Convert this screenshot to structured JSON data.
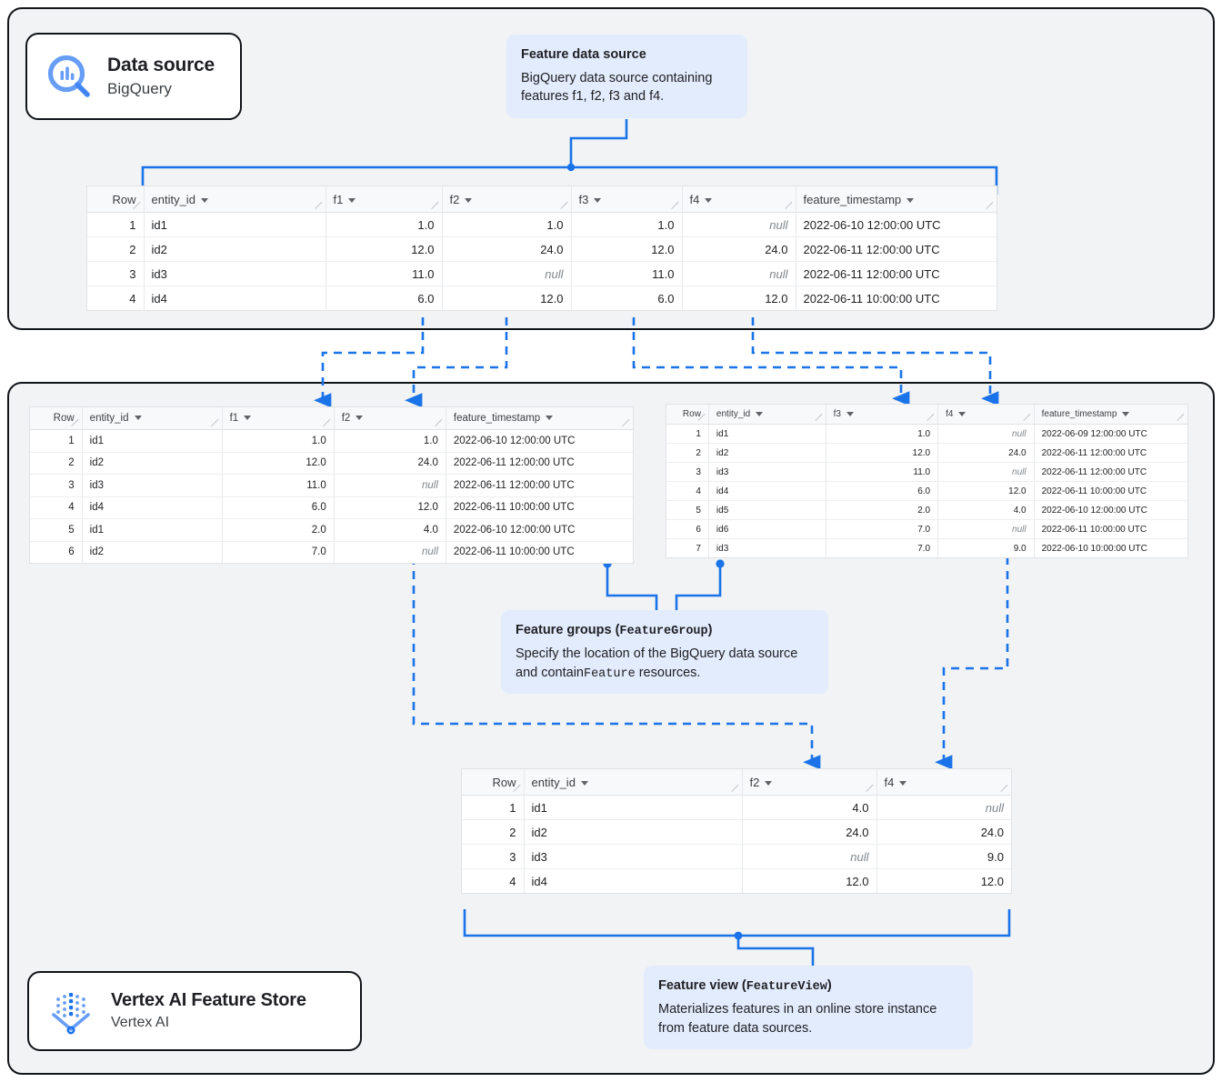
{
  "colors": {
    "accent": "#1a73e8",
    "panel_bg": "#f1f3f4",
    "callout_bg": "#e3ecfd",
    "border": "#111418",
    "null_text": "#80868b"
  },
  "cards": {
    "data_source": {
      "title": "Data source",
      "subtitle": "BigQuery",
      "icon": "bigquery-icon"
    },
    "feature_store": {
      "title": "Vertex AI Feature Store",
      "subtitle": "Vertex AI",
      "icon": "vertex-ai-icon"
    }
  },
  "callouts": {
    "feature_data_source": {
      "title": "Feature data source",
      "body": "BigQuery data source containing features f1, f2, f3 and f4."
    },
    "feature_groups": {
      "title_text": "Feature groups (",
      "title_mono": "FeatureGroup",
      "title_close": ")",
      "body_a": "Specify the location of the BigQuery data source and contain",
      "body_mono": "Feature",
      "body_b": " resources."
    },
    "feature_view": {
      "title_text": "Feature view (",
      "title_mono": "FeatureView",
      "title_close": ")",
      "body": "Materializes features in an online store instance from feature data sources."
    }
  },
  "tables": {
    "source": {
      "name": "feature-data-source-table",
      "columns": [
        "Row",
        "entity_id",
        "f1",
        "f2",
        "f3",
        "f4",
        "feature_timestamp"
      ],
      "rows": [
        [
          "1",
          "id1",
          "1.0",
          "1.0",
          "1.0",
          "null",
          "2022-06-10 12:00:00 UTC"
        ],
        [
          "2",
          "id2",
          "12.0",
          "24.0",
          "12.0",
          "24.0",
          "2022-06-11 12:00:00 UTC"
        ],
        [
          "3",
          "id3",
          "11.0",
          "null",
          "11.0",
          "null",
          "2022-06-11 12:00:00 UTC"
        ],
        [
          "4",
          "id4",
          "6.0",
          "12.0",
          "6.0",
          "12.0",
          "2022-06-11 10:00:00 UTC"
        ]
      ]
    },
    "feature_group_1": {
      "name": "feature-group-1-table",
      "columns": [
        "Row",
        "entity_id",
        "f1",
        "f2",
        "feature_timestamp"
      ],
      "rows": [
        [
          "1",
          "id1",
          "1.0",
          "1.0",
          "2022-06-10 12:00:00 UTC"
        ],
        [
          "2",
          "id2",
          "12.0",
          "24.0",
          "2022-06-11 12:00:00 UTC"
        ],
        [
          "3",
          "id3",
          "11.0",
          "null",
          "2022-06-11 12:00:00 UTC"
        ],
        [
          "4",
          "id4",
          "6.0",
          "12.0",
          "2022-06-11 10:00:00 UTC"
        ],
        [
          "5",
          "id1",
          "2.0",
          "4.0",
          "2022-06-10 12:00:00 UTC"
        ],
        [
          "6",
          "id2",
          "7.0",
          "null",
          "2022-06-11 10:00:00 UTC"
        ]
      ]
    },
    "feature_group_2": {
      "name": "feature-group-2-table",
      "columns": [
        "Row",
        "entity_id",
        "f3",
        "f4",
        "feature_timestamp"
      ],
      "rows": [
        [
          "1",
          "id1",
          "1.0",
          "null",
          "2022-06-09 12:00:00 UTC"
        ],
        [
          "2",
          "id2",
          "12.0",
          "24.0",
          "2022-06-11 12:00:00 UTC"
        ],
        [
          "3",
          "id3",
          "11.0",
          "null",
          "2022-06-11 12:00:00 UTC"
        ],
        [
          "4",
          "id4",
          "6.0",
          "12.0",
          "2022-06-11 10:00:00 UTC"
        ],
        [
          "5",
          "id5",
          "2.0",
          "4.0",
          "2022-06-10 12:00:00 UTC"
        ],
        [
          "6",
          "id6",
          "7.0",
          "null",
          "2022-06-11 10:00:00 UTC"
        ],
        [
          "7",
          "id3",
          "7.0",
          "9.0",
          "2022-06-10 10:00:00 UTC"
        ]
      ]
    },
    "feature_view": {
      "name": "feature-view-table",
      "columns": [
        "Row",
        "entity_id",
        "f2",
        "f4"
      ],
      "rows": [
        [
          "1",
          "id1",
          "4.0",
          "null"
        ],
        [
          "2",
          "id2",
          "24.0",
          "24.0"
        ],
        [
          "3",
          "id3",
          "null",
          "9.0"
        ],
        [
          "4",
          "id4",
          "12.0",
          "12.0"
        ]
      ]
    }
  }
}
